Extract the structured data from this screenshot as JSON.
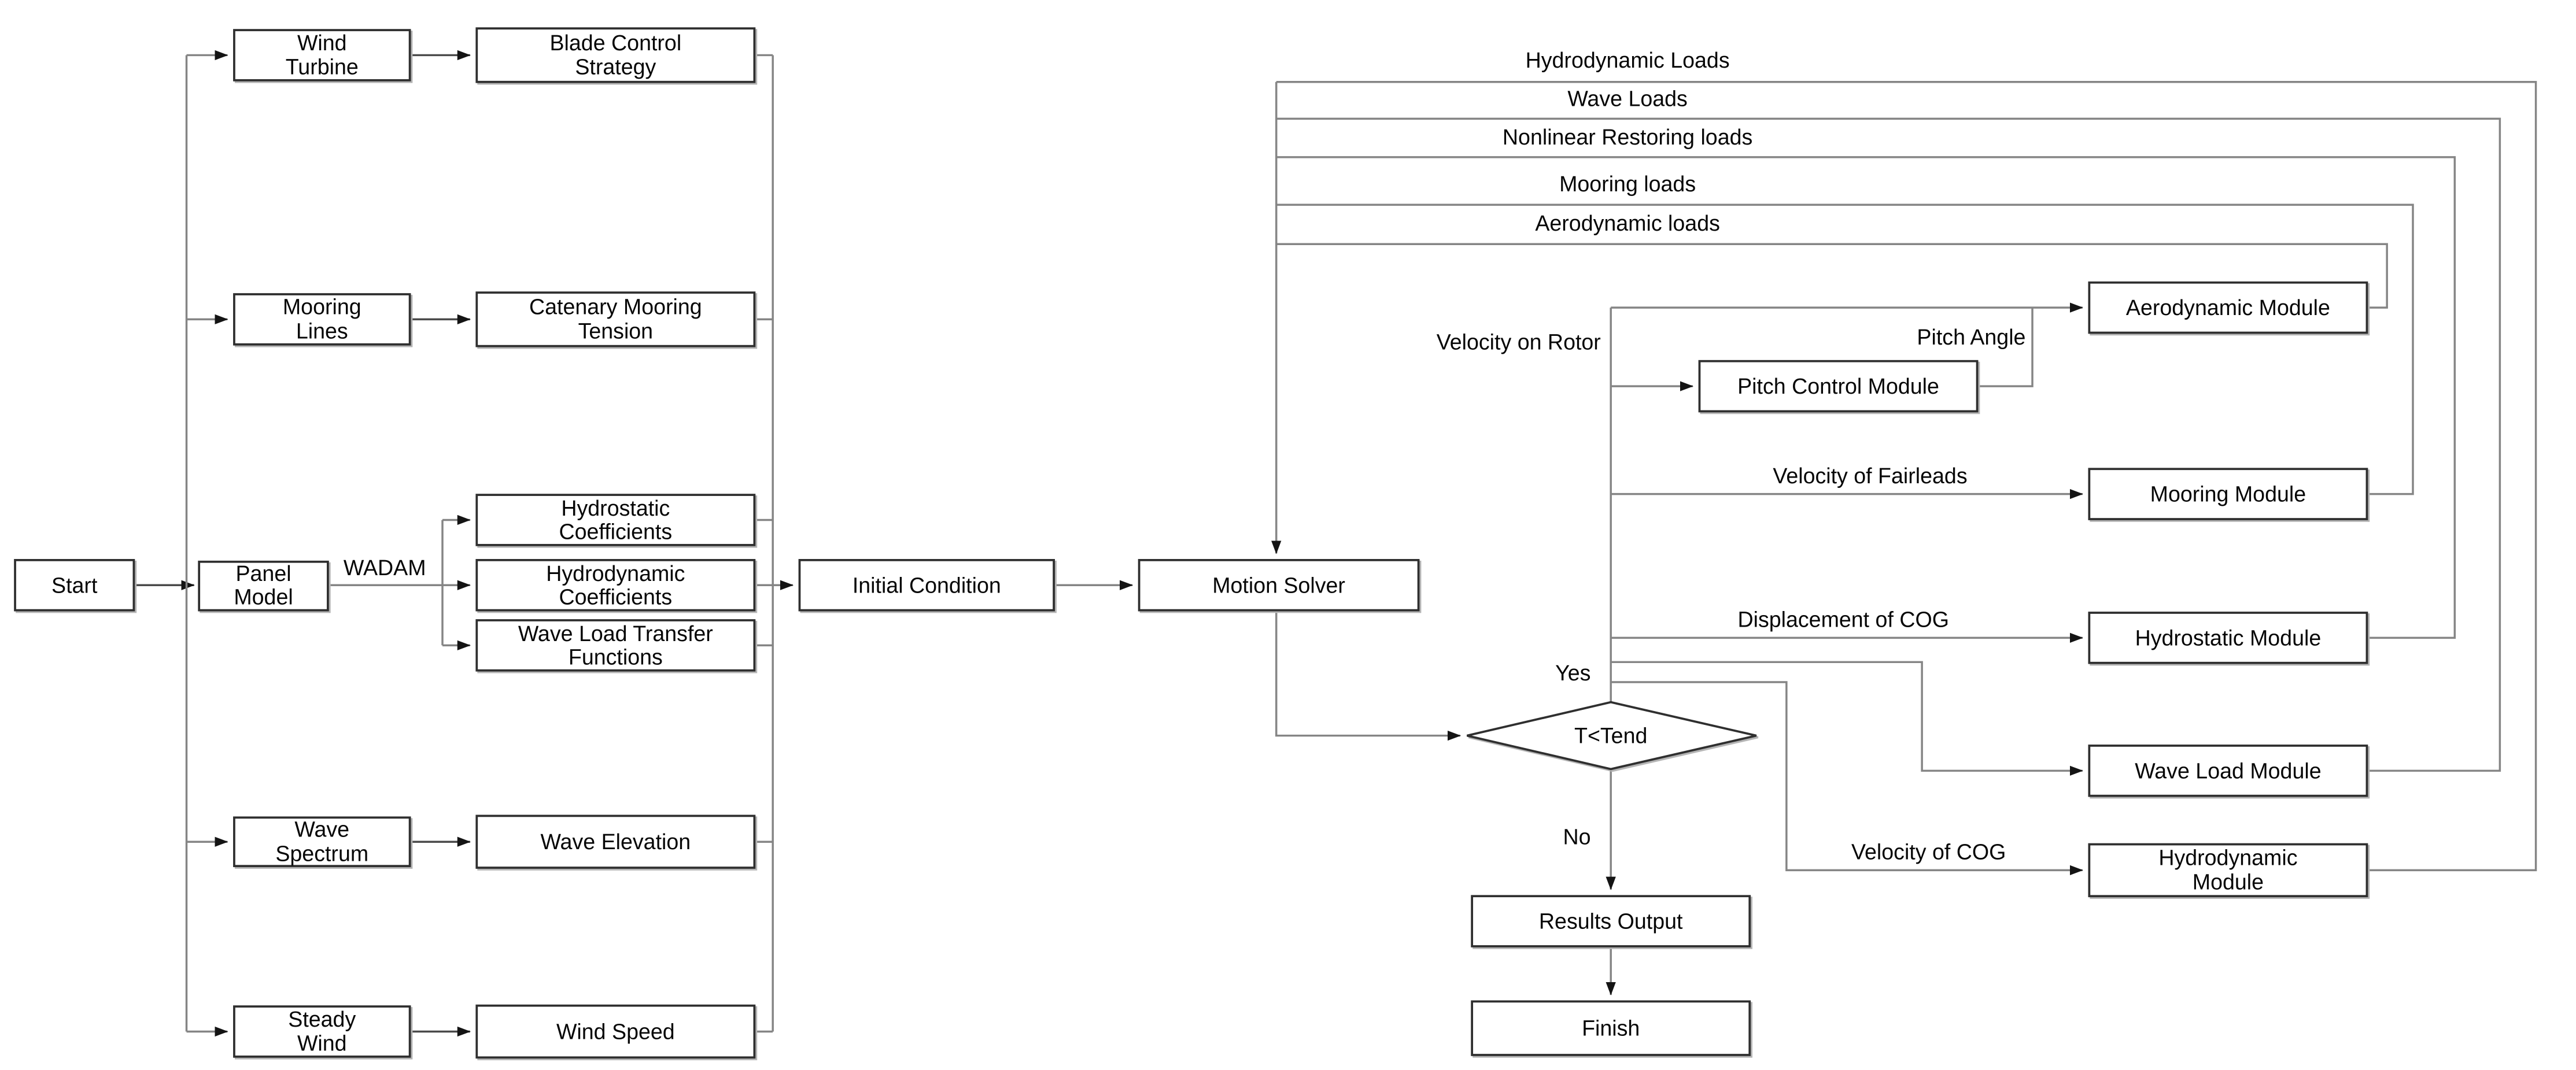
{
  "diagram": {
    "type": "flowchart",
    "background": "#ffffff",
    "connector_color": "#858585",
    "box_border_color": "#2f2f2f",
    "text_color": "#060606"
  },
  "nodes": {
    "start": {
      "label": "Start"
    },
    "wind_turbine": {
      "line1": "Wind",
      "line2": "Turbine"
    },
    "blade_control_strategy": {
      "line1": "Blade Control",
      "line2": "Strategy"
    },
    "mooring_lines": {
      "line1": "Mooring",
      "line2": "Lines"
    },
    "catenary_mooring_tension": {
      "line1": "Catenary Mooring",
      "line2": "Tension"
    },
    "panel_model": {
      "line1": "Panel",
      "line2": "Model"
    },
    "hydrostatic_coefficients": {
      "line1": "Hydrostatic",
      "line2": "Coefficients"
    },
    "hydrodynamic_coefficients": {
      "line1": "Hydrodynamic",
      "line2": "Coefficients"
    },
    "wave_load_transfer_functions": {
      "line1": "Wave Load Transfer",
      "line2": "Functions"
    },
    "wave_spectrum": {
      "line1": "Wave",
      "line2": "Spectrum"
    },
    "wave_elevation": {
      "label": "Wave Elevation"
    },
    "steady_wind": {
      "line1": "Steady",
      "line2": "Wind"
    },
    "wind_speed": {
      "label": "Wind Speed"
    },
    "initial_condition": {
      "label": "Initial Condition"
    },
    "motion_solver": {
      "label": "Motion Solver"
    },
    "aerodynamic_module": {
      "label": "Aerodynamic Module"
    },
    "pitch_control_module": {
      "label": "Pitch Control Module"
    },
    "mooring_module": {
      "label": "Mooring Module"
    },
    "hydrostatic_module": {
      "label": "Hydrostatic Module"
    },
    "wave_load_module": {
      "label": "Wave Load Module"
    },
    "hydrodynamic_module": {
      "line1": "Hydrodynamic",
      "line2": "Module"
    },
    "decision_t_tend": {
      "label": "T<Tend"
    },
    "results_output": {
      "label": "Results Output"
    },
    "finish": {
      "label": "Finish"
    }
  },
  "edge_labels": {
    "wadam": "WADAM",
    "velocity_on_rotor": "Velocity on Rotor",
    "pitch_angle": "Pitch Angle",
    "velocity_of_fairleads": "Velocity of Fairleads",
    "displacement_of_cog": "Displacement of COG",
    "velocity_of_cog": "Velocity of COG",
    "yes": "Yes",
    "no": "No"
  },
  "feedback_labels": {
    "hydrodynamic_loads": "Hydrodynamic Loads",
    "wave_loads": "Wave Loads",
    "nonlinear_restoring_loads": "Nonlinear Restoring loads",
    "mooring_loads": "Mooring loads",
    "aerodynamic_loads": "Aerodynamic loads"
  }
}
